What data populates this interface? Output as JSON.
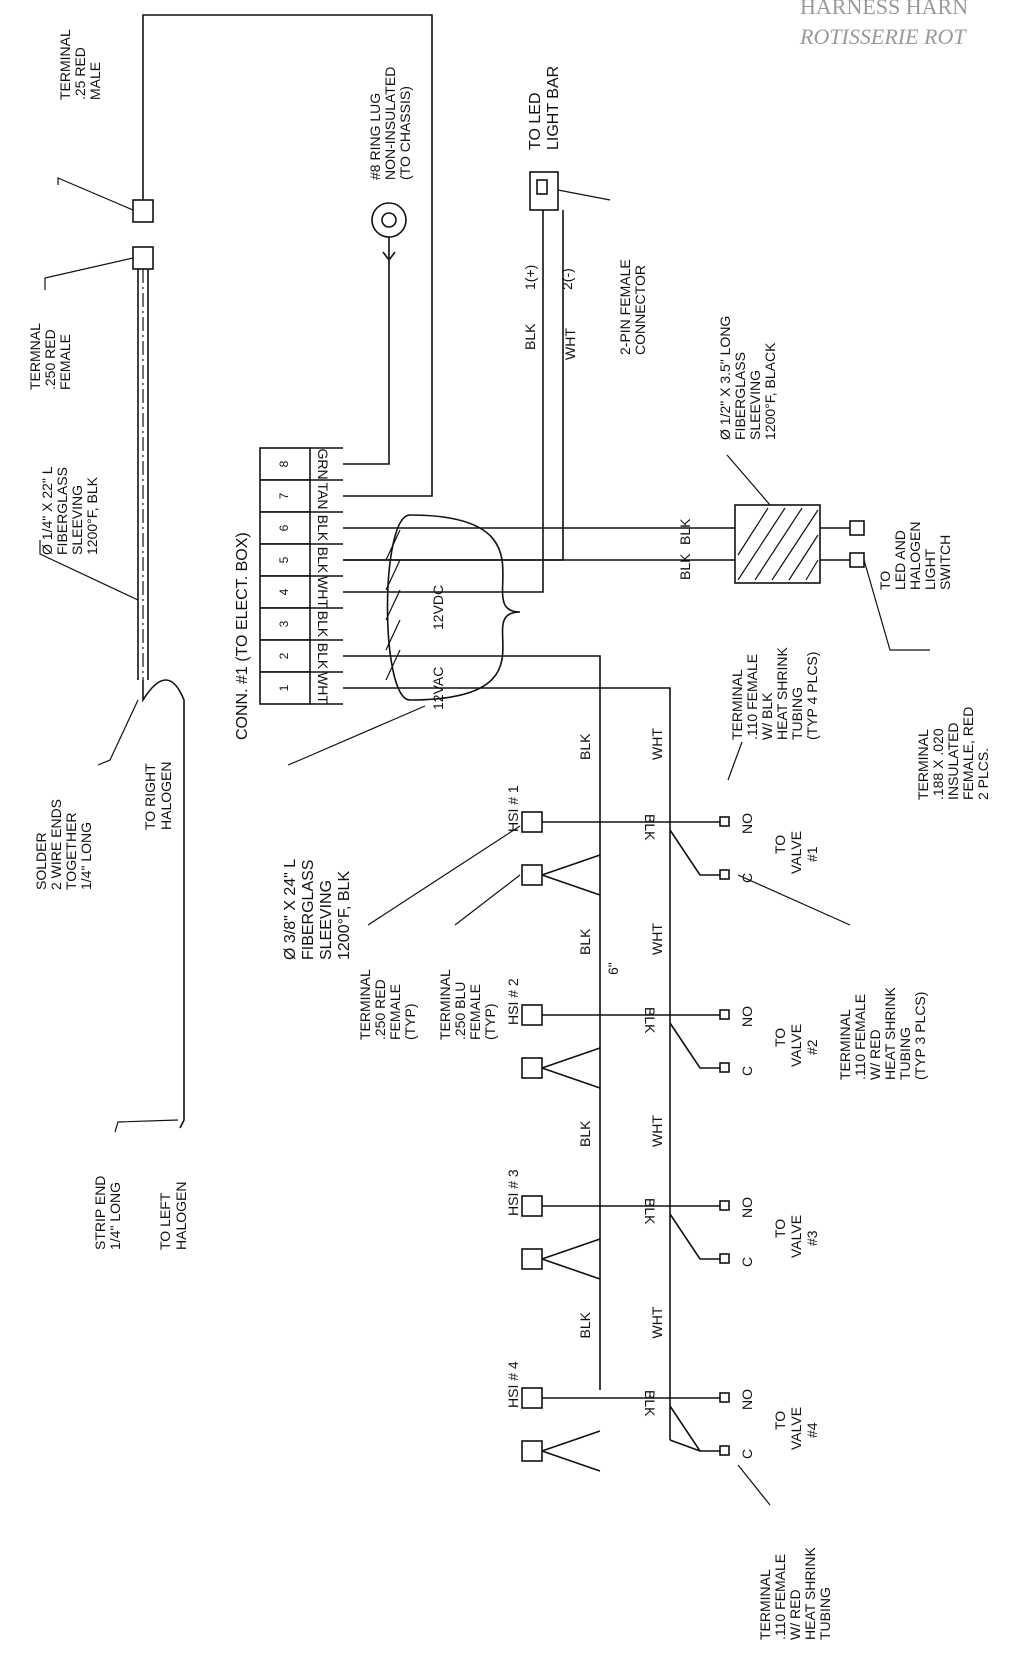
{
  "watermark": {
    "line1": "HARNESS HARN",
    "line2": "ROTISSERIE ROT"
  },
  "connector": {
    "title": "CONN. #1 (TO ELECT. BOX)",
    "pins": [
      "8",
      "7",
      "6",
      "5",
      "4",
      "3",
      "2",
      "1"
    ],
    "wires": [
      "GRN",
      "TAN",
      "BLK",
      "BLK",
      "WHT",
      "BLK",
      "BLK",
      "WHT"
    ],
    "bus_12vdc": "12VDC",
    "bus_12vac": "12VAC"
  },
  "labels": {
    "terminal_red_male": [
      "TERMINAL",
      ".25 RED",
      "MALE"
    ],
    "terminal_red_female_top": [
      "TERMNAL",
      ".250 RED",
      "FEMALE"
    ],
    "sleeve_quarter": [
      "Ø 1/4\" X 22\" L",
      "FIBERGLASS",
      "SLEEVING",
      "1200°F, BLK"
    ],
    "solder": [
      "SOLDER",
      "2 WIRE ENDS",
      "TOGETHER",
      "1/4\" LONG"
    ],
    "right_halogen": [
      "TO RIGHT",
      "HALOGEN"
    ],
    "strip_end": [
      "STRIP END",
      "1/4\" LONG"
    ],
    "left_halogen": [
      "TO LEFT",
      "HALOGEN"
    ],
    "ring_lug": [
      "#8 RING LUG",
      "NON-INSULATED",
      "(TO CHASSIS)"
    ],
    "led_bar": [
      "TO LED",
      "LIGHT BAR"
    ],
    "pin_female": [
      "2-PIN FEMALE",
      "CONNECTOR"
    ],
    "pin1": "1(+)",
    "pin2": "2(-)",
    "sleeve_half": [
      "Ø 1/2\" X 3.5\" LONG",
      "FIBERGLASS",
      "SLEEVING",
      "1200°F, BLACK"
    ],
    "light_switch": [
      "TO",
      "LED AND",
      "HALOGEN",
      "LIGHT",
      "SWITCH"
    ],
    "term_188": [
      "TERMINAL",
      ".188 X .020",
      "INSULATED",
      "FEMALE, RED",
      "2 PLCS."
    ],
    "sleeve_3_8": [
      "Ø 3/8\" X 24\" L",
      "FIBERGLASS",
      "SLEEVING",
      "1200°F, BLK"
    ],
    "term_110_blk": [
      "TERMINAL",
      ".110 FEMALE",
      "W/ BLK",
      "HEAT SHRINK",
      "TUBING",
      "(TYP 4 PLCS)"
    ],
    "term_110_red_a": [
      "TERMINAL",
      ".110 FEMALE",
      "W/ RED",
      "HEAT SHRINK",
      "TUBING",
      "(TYP 3 PLCS)"
    ],
    "term_250_red": [
      "TERMINAL",
      ".250 RED",
      "FEMALE",
      "(TYP)"
    ],
    "term_250_blu": [
      "TERMINAL",
      ".250 BLU",
      "FEMALE",
      "(TYP)"
    ],
    "term_110_red_b": [
      "TERMINAL",
      ".110 FEMALE",
      "W/ RED",
      "HEAT SHRINK",
      "TUBING"
    ],
    "six_inch": "6\"",
    "blk": "BLK",
    "wht": "WHT",
    "no": "NO",
    "c": "C"
  },
  "hsi": [
    "HSI # 1",
    "HSI # 2",
    "HSI # 3",
    "HSI # 4"
  ],
  "valves": [
    [
      "TO",
      "VALVE",
      "#1"
    ],
    [
      "TO",
      "VALVE",
      "#2"
    ],
    [
      "TO",
      "VALVE",
      "#3"
    ],
    [
      "TO",
      "VALVE",
      "#4"
    ]
  ]
}
